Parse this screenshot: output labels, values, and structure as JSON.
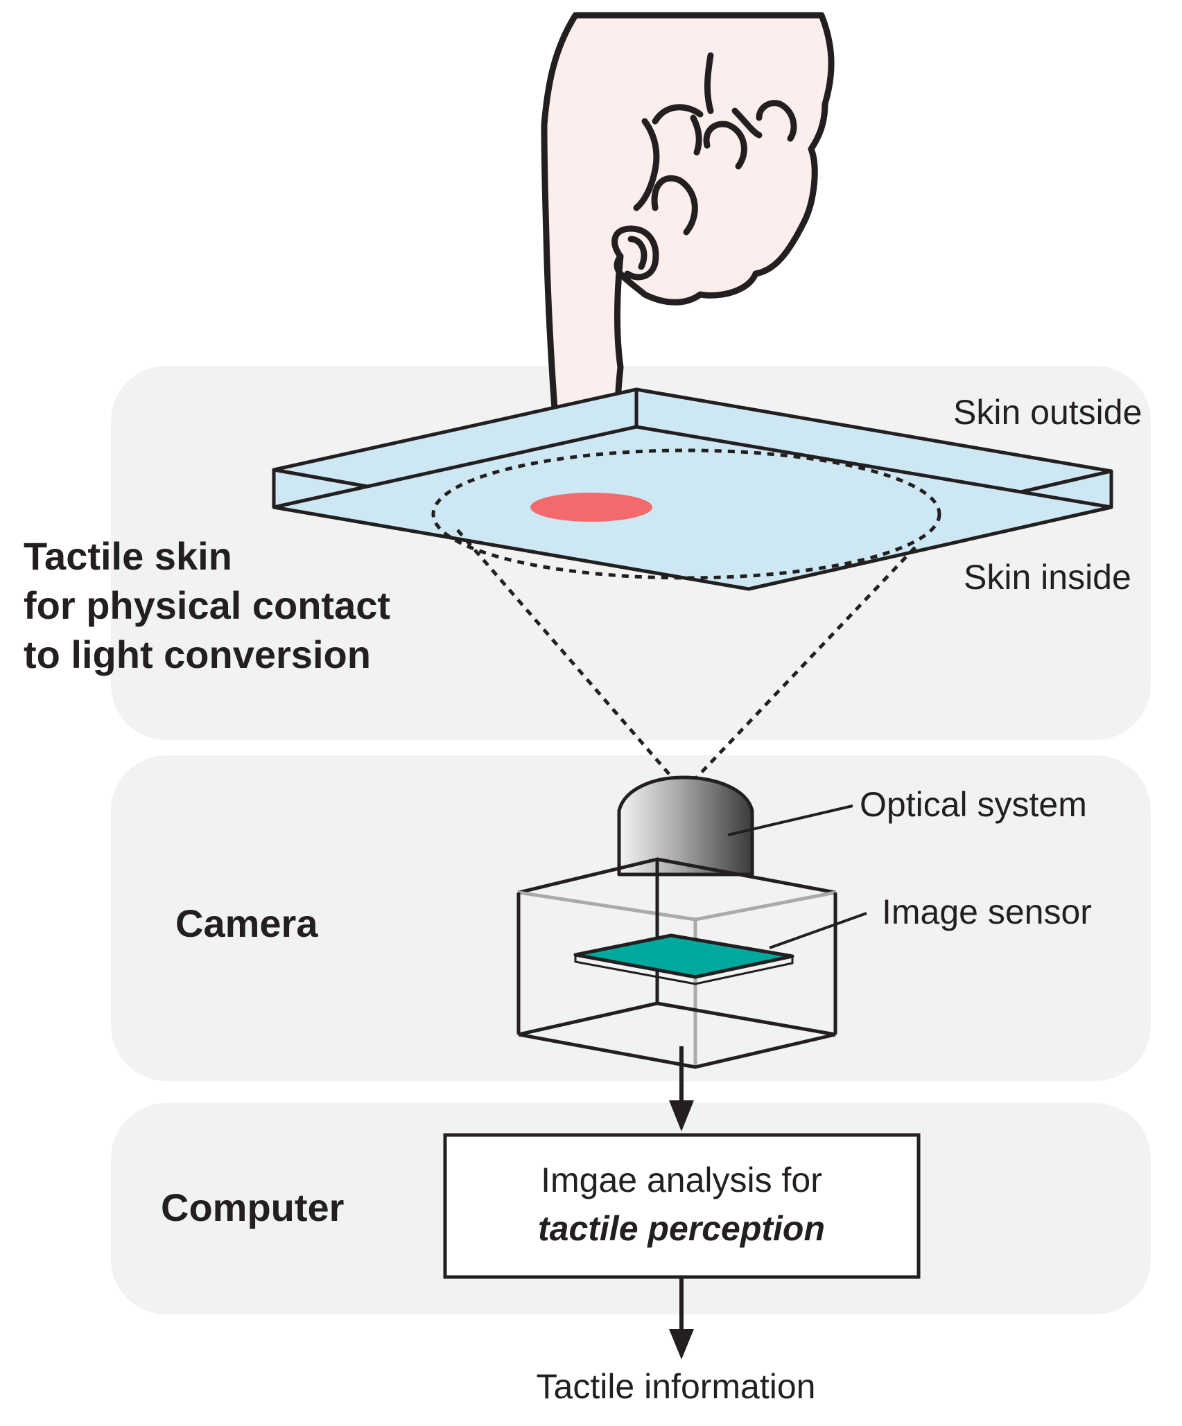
{
  "skin_section": {
    "title_lines": [
      "Tactile skin",
      "for physical contact",
      "to light conversion"
    ],
    "skin_outside_label": "Skin outside",
    "skin_inside_label": "Skin inside",
    "contact_color": "#f26a6c",
    "skin_color": "#cde7f3"
  },
  "camera_section": {
    "title": "Camera",
    "optical_system_label": "Optical system",
    "image_sensor_label": "Image sensor",
    "sensor_color": "#00a99d"
  },
  "computer_section": {
    "title": "Computer",
    "box_line1": "Imgae analysis for",
    "box_line2": "tactile perception"
  },
  "output_label": "Tactile information",
  "colors": {
    "section_background": "#f1f2f2",
    "hand_fill": "#fdeeee",
    "stroke": "#231f20"
  }
}
